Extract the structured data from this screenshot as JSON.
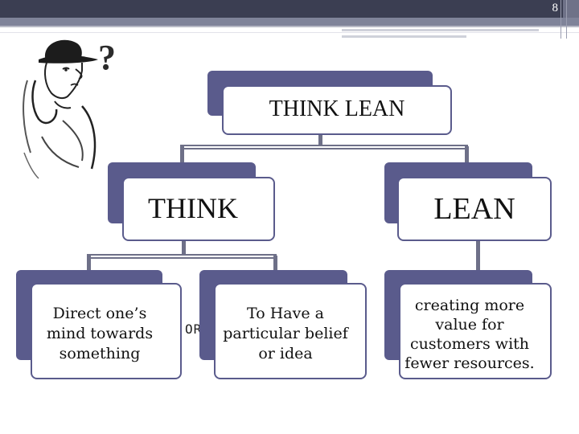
{
  "page": {
    "number": "8"
  },
  "decor": {
    "question_mark": "?"
  },
  "diagram": {
    "root": {
      "label": "THINK  LEAN"
    },
    "think": {
      "label": "THINK"
    },
    "lean": {
      "label": "LEAN"
    },
    "def1": {
      "lines": [
        "Direct one’s",
        "mind towards",
        "something"
      ]
    },
    "def2": {
      "lines": [
        "To Have a",
        "particular belief",
        "or idea"
      ]
    },
    "def3": {
      "lines": [
        "creating more",
        "value for",
        "customers with",
        "fewer resources."
      ]
    },
    "or_label": "OR"
  },
  "colors": {
    "box_fill": "#5a5b8c",
    "header_band": "#3b3e52"
  }
}
